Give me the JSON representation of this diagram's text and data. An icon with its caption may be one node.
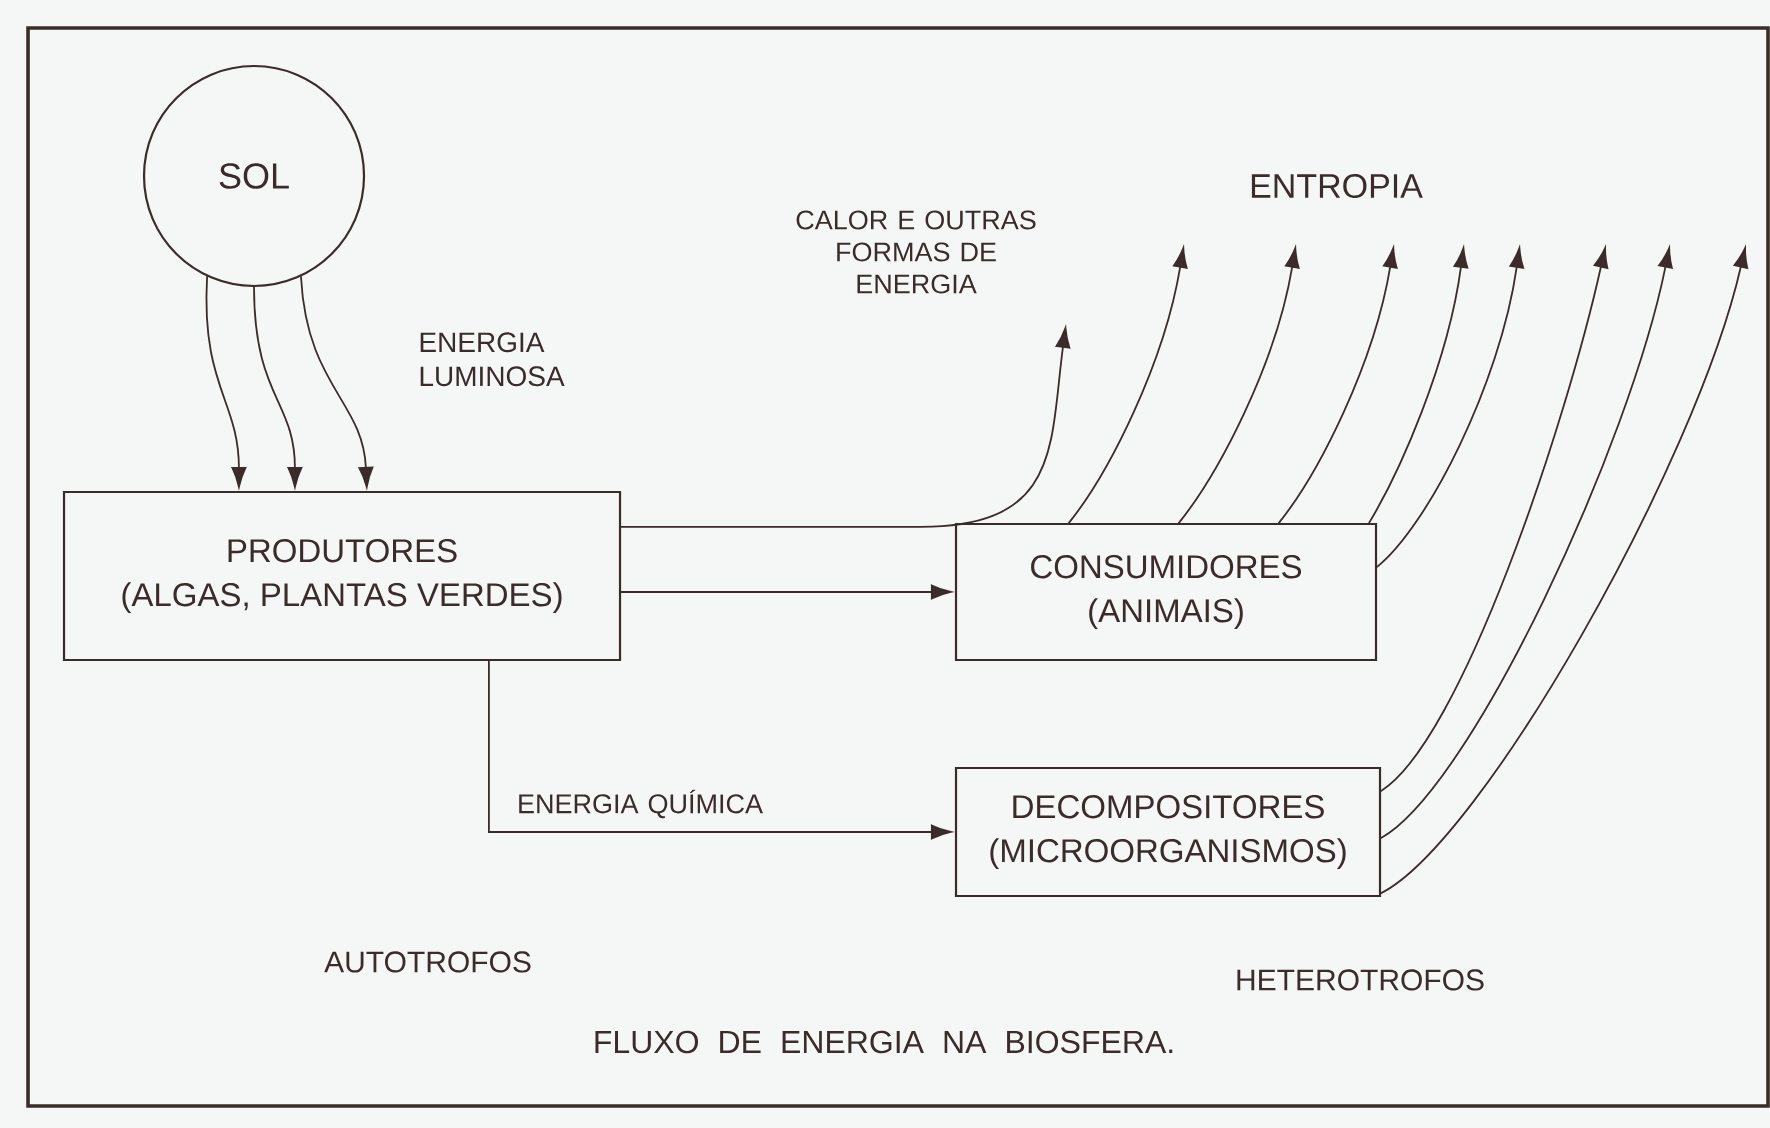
{
  "diagram": {
    "caption": "FLUXO DE ENERGIA NA BIOSFERA.",
    "nodes": [
      {
        "text": [
          "SOL"
        ]
      },
      {
        "text": [
          "PRODUTORES",
          "(ALGAS, PLANTAS VERDES)"
        ]
      },
      {
        "text": [
          "CONSUMIDORES",
          "(ANIMAIS)"
        ]
      },
      {
        "text": [
          "DECOMPOSITORES",
          "(MICROORGANISMOS)"
        ]
      }
    ],
    "edges": [
      {
        "from": 0,
        "to": 1,
        "arrow": "to"
      },
      {
        "from": 0,
        "to": 1,
        "arrow": "to"
      },
      {
        "from": 0,
        "to": 1,
        "arrow": "to"
      },
      {
        "from": 1,
        "to": null,
        "arrow": "to",
        "label": "CALOR E OUTRAS FORMAS DE ENERGIA"
      },
      {
        "from": 1,
        "to": 2,
        "arrow": "to"
      },
      {
        "from": 1,
        "to": 3,
        "arrow": "to",
        "label": "ENERGIA QUÍMICA"
      },
      {
        "from": 2,
        "to": null,
        "arrow": "to"
      },
      {
        "from": 2,
        "to": null,
        "arrow": "to"
      },
      {
        "from": 2,
        "to": null,
        "arrow": "to"
      },
      {
        "from": 2,
        "to": null,
        "arrow": "to"
      },
      {
        "from": 2,
        "to": null,
        "arrow": "to"
      },
      {
        "from": 3,
        "to": null,
        "arrow": "to"
      },
      {
        "from": 3,
        "to": null,
        "arrow": "to"
      },
      {
        "from": 3,
        "to": null,
        "arrow": "to"
      }
    ],
    "labels": [
      "ENTROPIA",
      "ENERGIA LUMINOSA",
      "AUTOTROFOS",
      "HETEROTROFOS"
    ]
  }
}
